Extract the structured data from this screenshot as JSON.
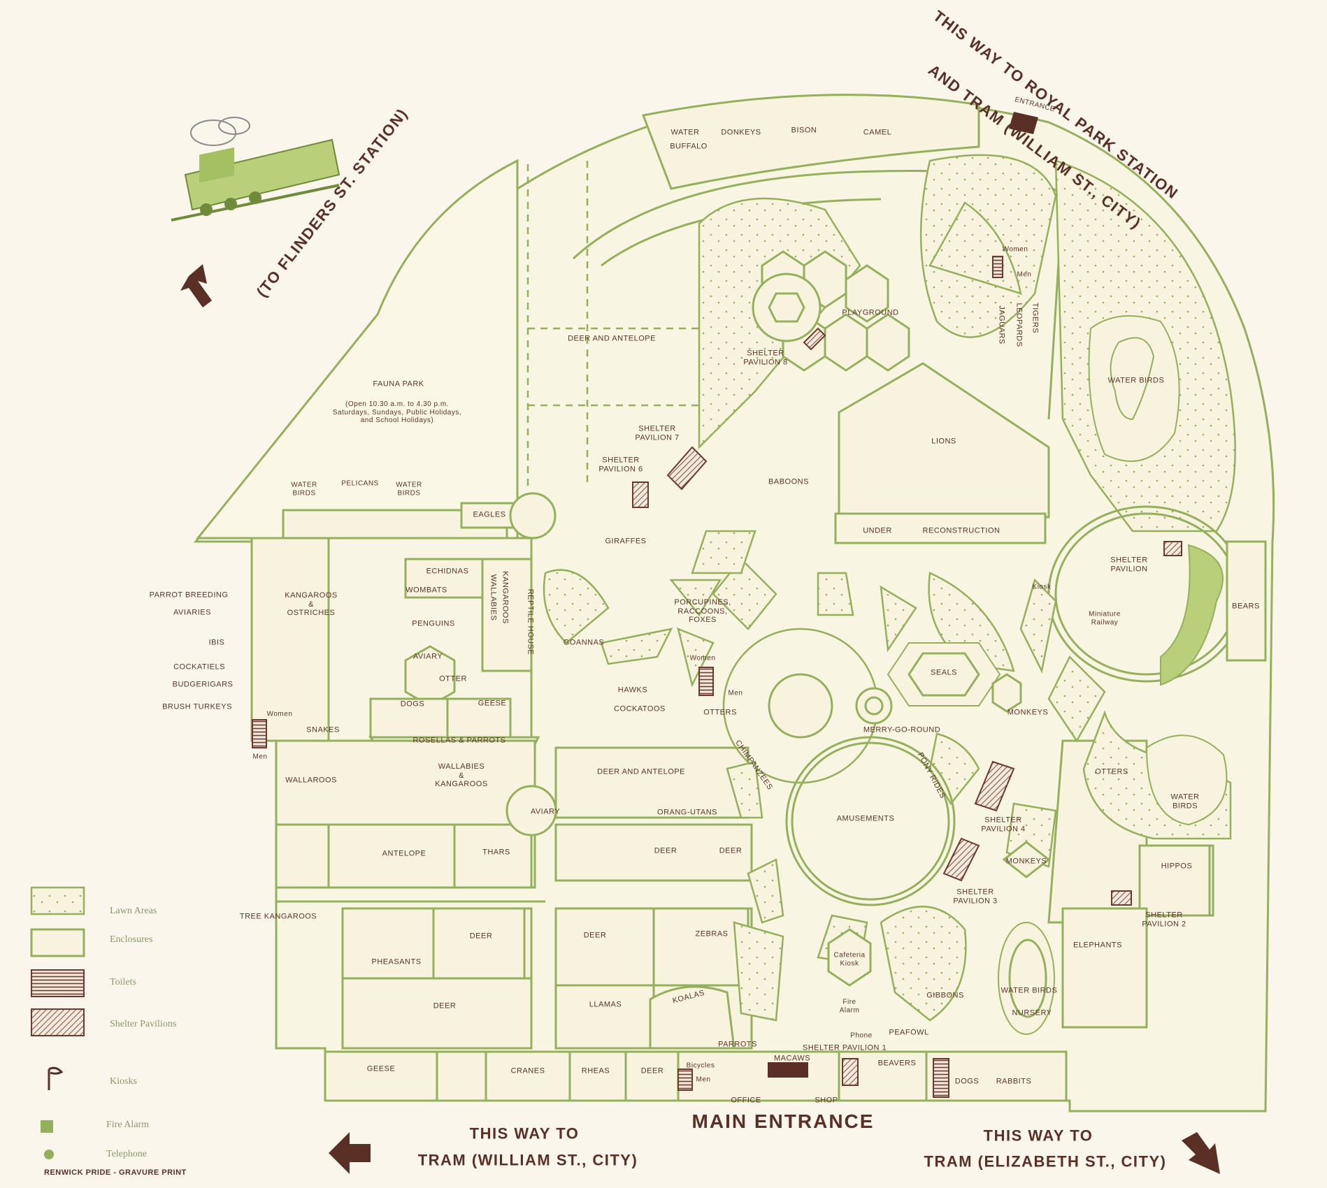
{
  "directions": {
    "royal_park_line1": "THIS WAY TO ROYAL PARK STATION",
    "royal_park_line2": "AND TRAM (WILLIAM ST., CITY)",
    "flinders": "(TO FLINDERS ST. STATION)",
    "west_line1": "THIS WAY TO",
    "west_line2": "TRAM (WILLIAM ST., CITY)",
    "east_line1": "THIS WAY TO",
    "east_line2": "TRAM (ELIZABETH ST., CITY)",
    "main_entrance": "MAIN ENTRANCE",
    "entrance": "ENTRANCE"
  },
  "fauna_park": {
    "title": "FAUNA PARK",
    "note": "(Open 10.30 a.m. to 4.30 p.m.\nSaturdays, Sundays, Public Holidays,\nand School Holidays)"
  },
  "labels": {
    "water_buffalo_1": "WATER",
    "water_buffalo_2": "BUFFALO",
    "donkeys": "DONKEYS",
    "bison": "BISON",
    "camel": "CAMEL",
    "women_top": "Women",
    "men_top": "Men",
    "jaguars": "JAGUARS",
    "leopards": "LEOPARDS",
    "tigers": "TIGERS",
    "playground": "PLAYGROUND",
    "shelter_8": "SHELTER\nPAVILION 8",
    "deer_antelope_top": "DEER AND ANTELOPE",
    "water_birds_ne": "WATER BIRDS",
    "lions": "LIONS",
    "shelter_7": "SHELTER\nPAVILION 7",
    "shelter_6": "SHELTER\nPAVILION 6",
    "baboons": "BABOONS",
    "under": "UNDER",
    "reconstruction": "RECONSTRUCTION",
    "water_birds_w1": "WATER\nBIRDS",
    "pelicans": "PELICANS",
    "water_birds_w2": "WATER\nBIRDS",
    "eagles": "EAGLES",
    "giraffes": "GIRAFFES",
    "shelter_pavilion": "SHELTER\nPAVILION",
    "kiosk_ne": "Kiosk",
    "miniature_railway": "Miniature\nRailway",
    "bears": "BEARS",
    "parrot_breeding": "PARROT BREEDING",
    "aviaries": "AVIARIES",
    "kangaroos_ostriches": "KANGAROOS\n&\nOSTRICHES",
    "echidnas": "ECHIDNAS",
    "wombats": "WOMBATS",
    "penguins": "PENGUINS",
    "wallabies_v": "WALLABIES",
    "kangaroos_v": "KANGAROOS",
    "reptile_house": "REPTILE HOUSE",
    "porcupines": "PORCUPINES,\nRACCOONS,\nFOXES",
    "ibis": "IBIS",
    "cockatiels": "COCKATIELS",
    "budgerigars": "BUDGERIGARS",
    "brush_turkeys": "BRUSH TURKEYS",
    "aviary_1": "AVIARY",
    "otter": "OTTER",
    "goannas": "GOANNAS",
    "women_mid": "Women",
    "men_mid": "Men",
    "seals": "SEALS",
    "monkeys_1": "MONKEYS",
    "hawks": "HAWKS",
    "cockatoos": "COCKATOOS",
    "otters_1": "OTTERS",
    "merry_go_round": "MERRY-GO-ROUND",
    "dogs_w": "DOGS",
    "geese_w": "GEESE",
    "women_w": "Women",
    "men_w": "Men",
    "snakes": "SNAKES",
    "rosellas": "ROSELLAS & PARROTS",
    "chimpanzees": "CHIMPANZEES",
    "pony_rides": "PONY RIDES",
    "otters_2": "OTTERS",
    "wallaroos": "WALLAROOS",
    "wallabies_kangaroos": "WALLABIES\n&\nKANGAROOS",
    "deer_antelope_mid": "DEER AND ANTELOPE",
    "amusements": "AMUSEMENTS",
    "water_birds_e": "WATER\nBIRDS",
    "aviary_2": "AVIARY",
    "orang_utans": "ORANG-UTANS",
    "shelter_4": "SHELTER\nPAVILION 4",
    "antelope": "ANTELOPE",
    "thars": "THARS",
    "deer_1": "DEER",
    "deer_2": "DEER",
    "monkeys_2": "MONKEYS",
    "hippos": "HIPPOS",
    "shelter_3": "SHELTER\nPAVILION 3",
    "tree_kangaroos": "TREE KANGAROOS",
    "shelter_2": "SHELTER\nPAVILION 2",
    "deer_3": "DEER",
    "deer_4": "DEER",
    "zebras": "ZEBRAS",
    "cafeteria": "Cafeteria\nKiosk",
    "elephants": "ELEPHANTS",
    "pheasants": "PHEASANTS",
    "deer_5": "DEER",
    "llamas": "LLAMAS",
    "koalas": "KOALAS",
    "fire_alarm": "Fire\nAlarm",
    "gibbons": "GIBBONS",
    "water_birds_s": "WATER BIRDS",
    "nursery": "NURSERY",
    "parrots": "PARROTS",
    "phone": "Phone",
    "peafowl": "PEAFOWL",
    "shelter_1": "SHELTER PAVILION 1",
    "geese_s": "GEESE",
    "cranes": "CRANES",
    "rheas": "RHEAS",
    "deer_6": "DEER",
    "bicycles": "Bicycles",
    "men_s": "Men",
    "macaws": "MACAWS",
    "beavers": "BEAVERS",
    "dogs_s": "DOGS",
    "rabbits": "RABBITS",
    "office": "OFFICE",
    "shop": "SHOP"
  },
  "legend": [
    {
      "key": "lawn",
      "label": "Lawn Areas"
    },
    {
      "key": "enclosure",
      "label": "Enclosures"
    },
    {
      "key": "toilet",
      "label": "Toilets"
    },
    {
      "key": "shelter",
      "label": "Shelter Pavilions"
    },
    {
      "key": "kiosk",
      "label": "Kiosks"
    },
    {
      "key": "fire",
      "label": "Fire Alarm"
    },
    {
      "key": "phone",
      "label": "Telephone"
    }
  ],
  "credit": "RENWICK PRIDE - GRAVURE PRINT",
  "colors": {
    "green": "#94b05c",
    "brown": "#5a2f25",
    "paper": "#fbf6ec"
  }
}
